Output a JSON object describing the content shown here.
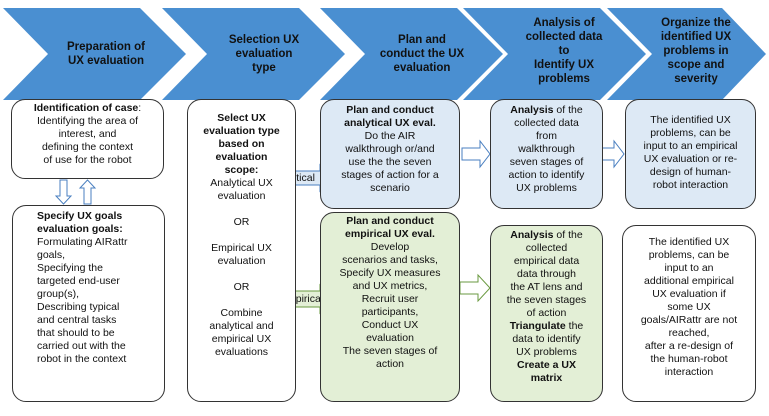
{
  "colors": {
    "chevron": "#4a8fd1",
    "blue_box": "#dde9f5",
    "green_box": "#e3efd6"
  },
  "stages": [
    {
      "lines": [
        "Preparation of",
        "UX evaluation"
      ]
    },
    {
      "lines": [
        "Selection  UX",
        "evaluation",
        "type"
      ]
    },
    {
      "lines": [
        "Plan and",
        "conduct the UX",
        "evaluation"
      ]
    },
    {
      "lines": [
        "Analysis of",
        "collected data",
        "to",
        "Identify UX",
        "problems"
      ]
    },
    {
      "lines": [
        "Organize the",
        "identified UX",
        "problems in",
        "scope and",
        "severity"
      ]
    }
  ],
  "prep_top": {
    "bold": "Identification of case",
    "line1_rest": ":",
    "lines": [
      "Identifying the area of",
      "interest, and",
      "defining the context",
      "of use for the robot"
    ]
  },
  "prep_bottom": {
    "bold_lines": [
      "Specify UX goals",
      "evaluation goals:"
    ],
    "lines": [
      "Formulating AIRattr",
      "goals,",
      "Specifying the",
      "targeted end-user",
      "group(s),",
      "Describing typical",
      "and central tasks",
      "that should to be",
      "carried out with the",
      "robot in the context"
    ]
  },
  "selection": {
    "bold_lines": [
      "Select UX",
      "evaluation type",
      "based on",
      "evaluation",
      "scope:"
    ],
    "option1": [
      "Analytical UX",
      "evaluation"
    ],
    "or": "OR",
    "option2": [
      "Empirical UX",
      "evaluation"
    ],
    "option3": [
      "Combine",
      "analytical and",
      "empirical UX",
      "evaluations"
    ]
  },
  "plan_analytical": {
    "bold_lines": [
      "Plan and conduct",
      "analytical UX eval."
    ],
    "lines": [
      "Do the AIR",
      "walkthrough or/and",
      "use the the seven",
      "stages of action for a",
      "scenario"
    ]
  },
  "plan_empirical": {
    "bold_lines": [
      "Plan and conduct",
      "empirical UX eval."
    ],
    "lines": [
      "Develop",
      "scenarios and tasks,",
      "Specify UX measures",
      "and UX metrics,",
      "Recruit user",
      "participants,",
      "Conduct  UX",
      "evaluation",
      "The seven stages of",
      "action"
    ]
  },
  "analysis_analytical": {
    "bold": "Analysis",
    "first_rest": " of the",
    "lines": [
      "collected data",
      "from",
      "walkthrough",
      "seven stages of",
      "action to identify",
      "UX problems"
    ]
  },
  "analysis_empirical": {
    "bold": "Analysis",
    "first_rest": " of the",
    "lines": [
      "collected",
      "empirical data",
      "data through",
      "the AT lens and",
      "the seven stages",
      "of action"
    ],
    "bold2": "Triangulate",
    "second_rest": " the",
    "lines2": [
      "data to identify",
      "UX problems"
    ],
    "bold_end": [
      "Create a UX",
      "matrix"
    ]
  },
  "organize_top": {
    "lines": [
      "The identified UX",
      "problems, can be",
      "input to an empirical",
      "UX evaluation or  re-",
      "design of human-",
      "robot interaction"
    ]
  },
  "organize_bottom": {
    "lines": [
      "The identified UX",
      "problems, can be",
      "input to an",
      "additional empirical",
      "UX evaluation if",
      "some UX",
      "goals/AIRattr are not",
      "reached,",
      "after a re-design of",
      "the human-robot",
      "interaction"
    ]
  },
  "arrow_labels": {
    "analytical": "Analytical",
    "empirical": "Empirical"
  }
}
